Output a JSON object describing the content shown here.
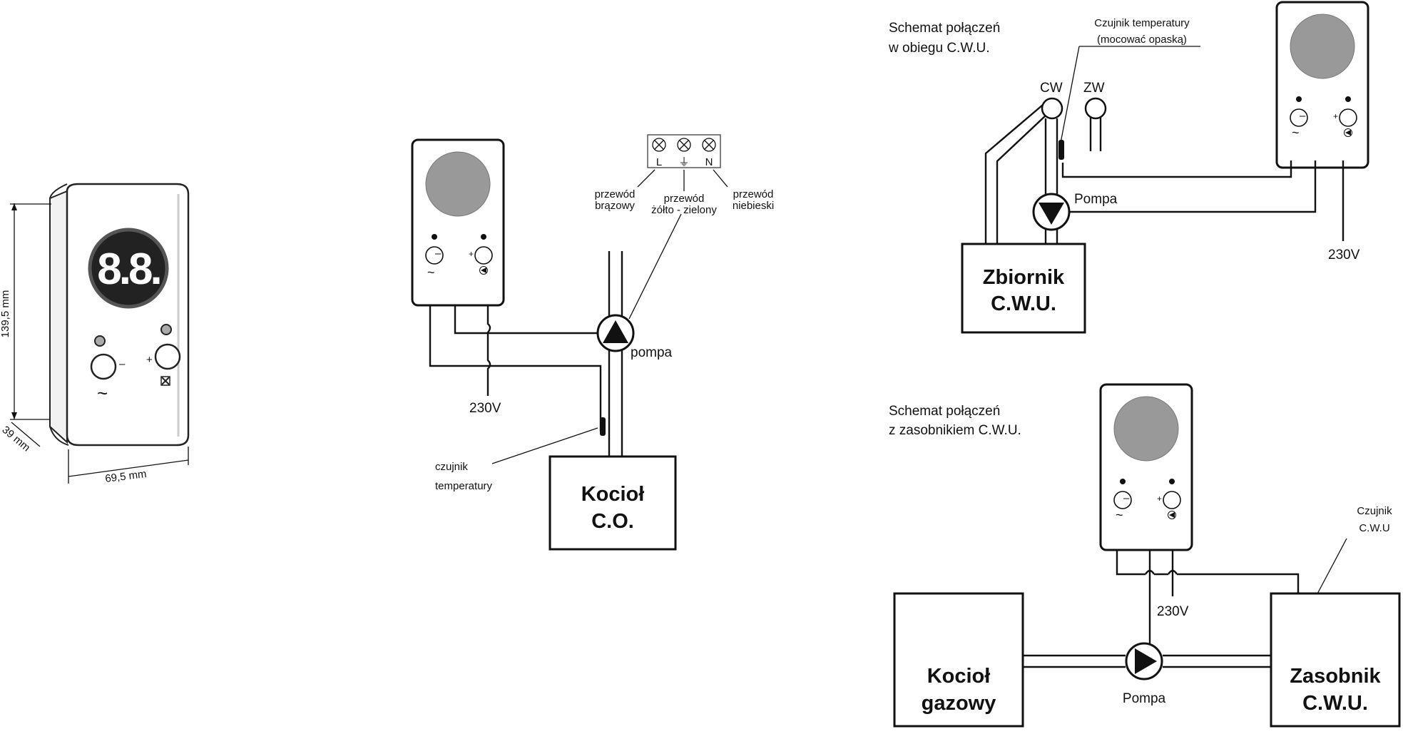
{
  "device_figure": {
    "display_digits": "8.8.",
    "height_label": "139,5 mm",
    "depth_label": "39 mm",
    "width_label": "69,5 mm"
  },
  "diagram_co": {
    "terminals": [
      "L",
      "⏚",
      "N"
    ],
    "wire_brown": [
      "przewód",
      "brązowy"
    ],
    "wire_yellow_green": [
      "przewód",
      "żółto - zielony"
    ],
    "wire_blue": [
      "przewód",
      "niebieski"
    ],
    "pump_label": "pompa",
    "power_label": "230V",
    "sensor_label": [
      "czujnik",
      "temperatury"
    ],
    "boiler_label": [
      "Kocioł",
      "C.O."
    ]
  },
  "diagram_cwu_circuit": {
    "title": [
      "Schemat połączeń",
      "w obiegu C.W.U."
    ],
    "sensor_label": [
      "Czujnik temperatury",
      "(mocować opaską)"
    ],
    "cw_label": "CW",
    "zw_label": "ZW",
    "pump_label": "Pompa",
    "power_label": "230V",
    "tank_label": [
      "Zbiornik",
      "C.W.U."
    ]
  },
  "diagram_storage": {
    "title": [
      "Schemat połączeń",
      "z zasobnikiem C.W.U."
    ],
    "sensor_label": [
      "Czujnik",
      "C.W.U"
    ],
    "power_label": "230V",
    "pump_label": "Pompa",
    "boiler_label": [
      "Kocioł",
      "gazowy"
    ],
    "storage_label": [
      "Zasobnik",
      "C.W.U."
    ]
  },
  "controller_symbols": {
    "minus": "–",
    "plus": "+",
    "tilde": "~"
  }
}
